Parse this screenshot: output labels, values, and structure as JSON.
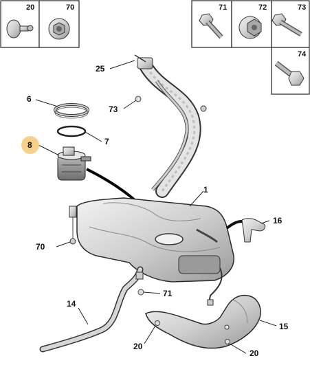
{
  "inset_boxes": [
    {
      "label": "20"
    },
    {
      "label": "70"
    },
    {
      "label": "71"
    },
    {
      "label": "72"
    },
    {
      "label": "73"
    },
    {
      "label": "74"
    }
  ],
  "callouts": {
    "c1": "1",
    "c6": "6",
    "c7": "7",
    "c8": "8",
    "c14": "14",
    "c15": "15",
    "c16": "16",
    "c20a": "20",
    "c20b": "20",
    "c25": "25",
    "c70": "70",
    "c71": "71",
    "c73": "73"
  },
  "colors": {
    "highlight": "#f7d089",
    "part_fill": "#d9d9d9",
    "part_stroke": "#2a2a2a"
  }
}
